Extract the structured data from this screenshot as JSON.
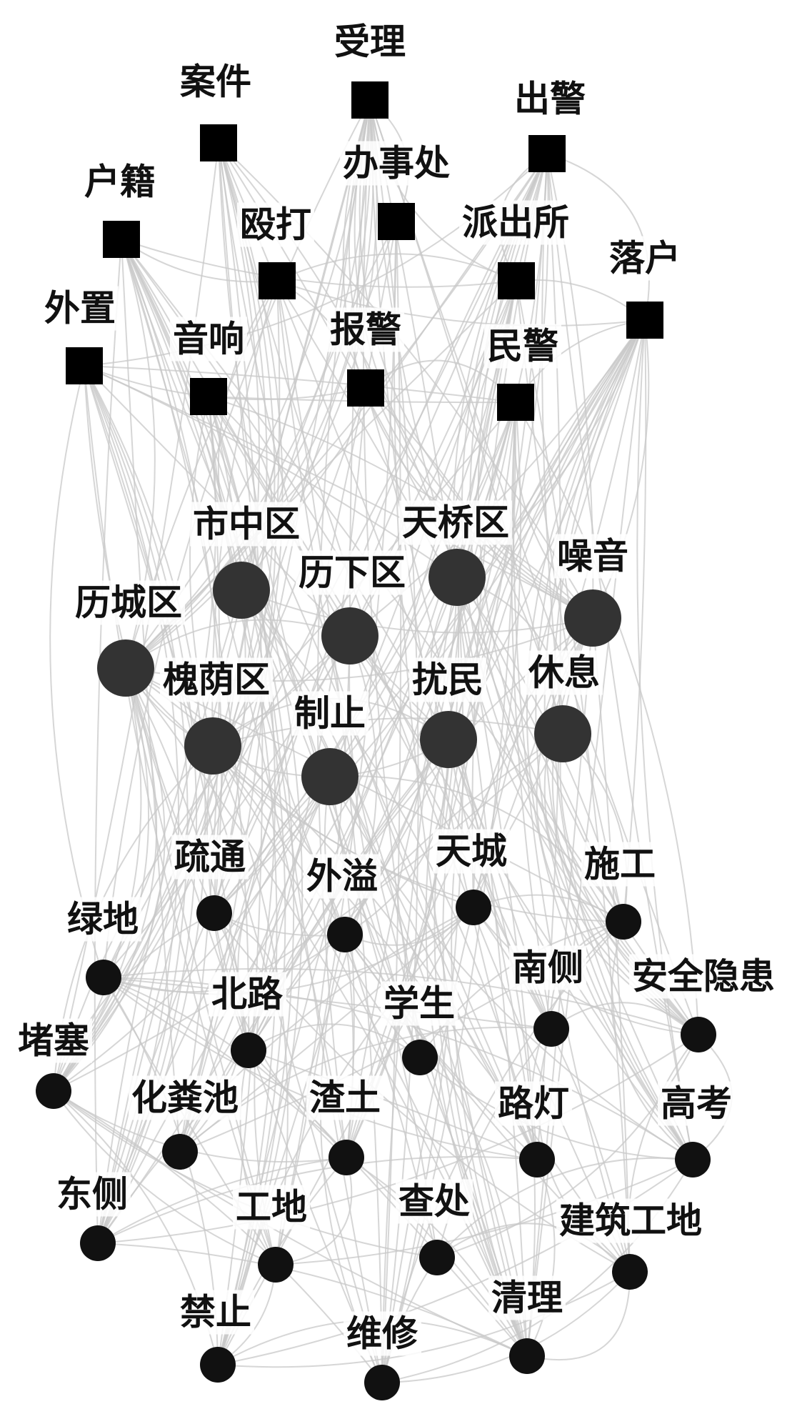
{
  "colors": {
    "edge": "#c8c8c8",
    "square_node": "#000000",
    "large_circle_node": "#333333",
    "small_circle_node": "#111111",
    "label_text": "#111111"
  },
  "groups": [
    {
      "id": "police",
      "shape": "square",
      "nodes": [
        {
          "label": "受理"
        },
        {
          "label": "案件"
        },
        {
          "label": "出警"
        },
        {
          "label": "办事处"
        },
        {
          "label": "户籍"
        },
        {
          "label": "殴打"
        },
        {
          "label": "派出所"
        },
        {
          "label": "落户"
        },
        {
          "label": "外置"
        },
        {
          "label": "音响"
        },
        {
          "label": "报警"
        },
        {
          "label": "民警"
        }
      ]
    },
    {
      "id": "district",
      "shape": "large-circle",
      "nodes": [
        {
          "label": "市中区"
        },
        {
          "label": "天桥区"
        },
        {
          "label": "历下区"
        },
        {
          "label": "噪音"
        },
        {
          "label": "历城区"
        },
        {
          "label": "槐荫区"
        },
        {
          "label": "扰民"
        },
        {
          "label": "休息"
        },
        {
          "label": "制止"
        }
      ]
    },
    {
      "id": "urban",
      "shape": "small-circle",
      "nodes": [
        {
          "label": "疏通"
        },
        {
          "label": "外溢"
        },
        {
          "label": "天城"
        },
        {
          "label": "施工"
        },
        {
          "label": "绿地"
        },
        {
          "label": "南侧"
        },
        {
          "label": "安全隐患"
        },
        {
          "label": "北路"
        },
        {
          "label": "学生"
        },
        {
          "label": "堵塞"
        },
        {
          "label": "化粪池"
        },
        {
          "label": "渣土"
        },
        {
          "label": "路灯"
        },
        {
          "label": "高考"
        },
        {
          "label": "东侧"
        },
        {
          "label": "工地"
        },
        {
          "label": "查处"
        },
        {
          "label": "建筑工地"
        },
        {
          "label": "清理"
        },
        {
          "label": "禁止"
        },
        {
          "label": "维修"
        }
      ]
    }
  ]
}
